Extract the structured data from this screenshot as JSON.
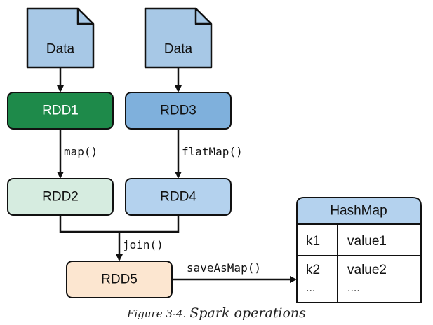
{
  "diagram": {
    "data_file_1": "Data",
    "data_file_2": "Data",
    "rdd1": "RDD1",
    "rdd2": "RDD2",
    "rdd3": "RDD3",
    "rdd4": "RDD4",
    "rdd5": "RDD5",
    "op_map": "map()",
    "op_flatmap": "flatMap()",
    "op_join": "join()",
    "op_save": "saveAsMap()",
    "hashmap": {
      "title": "HashMap",
      "rows": [
        {
          "key": "k1",
          "value": "value1"
        },
        {
          "key": "k2",
          "value": "value2"
        },
        {
          "key": "...",
          "value": "...."
        }
      ]
    }
  },
  "caption": {
    "figure_label": "Figure 3-4.",
    "title": "Spark operations"
  },
  "colors": {
    "file_fill": "#a7c8e6",
    "rdd1_fill": "#1e8a4a",
    "rdd2_fill": "#d6ece0",
    "rdd3_fill": "#7fb0dc",
    "rdd4_fill": "#b4d2ee",
    "rdd5_fill": "#fce6d0",
    "hashmap_header": "#b4d2ee",
    "stroke": "#111111"
  }
}
